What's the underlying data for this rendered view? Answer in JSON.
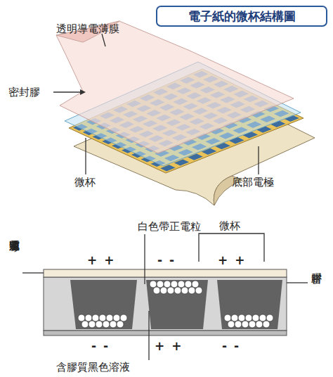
{
  "diagram": {
    "title": "電子紙的微杯結構圖",
    "labels": [
      "透明導電薄膜",
      "密封膠",
      "微杯",
      "底部電極",
      "白色帶正電粒",
      "微杯",
      "透明導電薄膜",
      "密封膠",
      "含膠質黑色溶液",
      "+ +",
      "- -",
      "+ +",
      "- -",
      "+ +",
      "- -"
    ]
  }
}
